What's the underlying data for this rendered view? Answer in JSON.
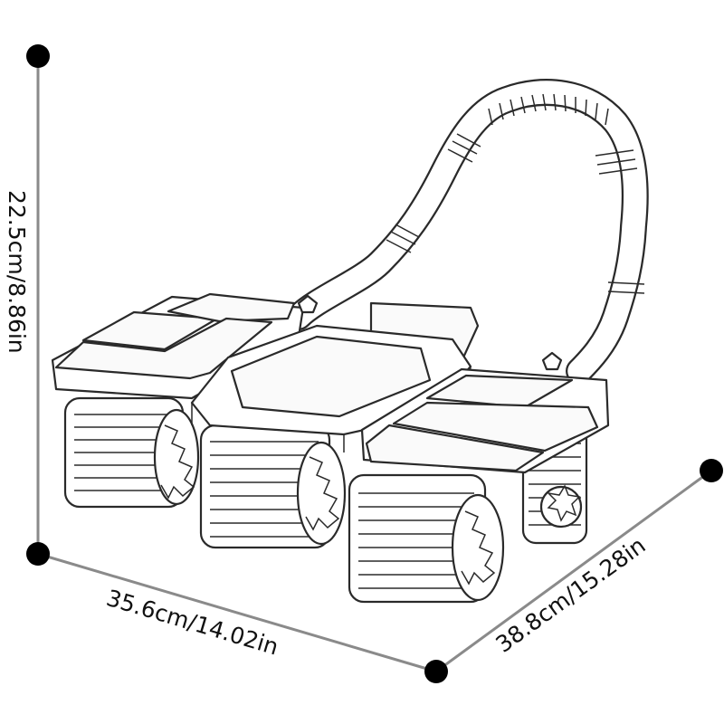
{
  "dimensions": {
    "height_label": "22.5cm/8.86in",
    "width_label": "35.6cm/14.02in",
    "depth_label": "38.8cm/15.28in"
  },
  "illustration": "ab-roller-with-elbow-pads"
}
